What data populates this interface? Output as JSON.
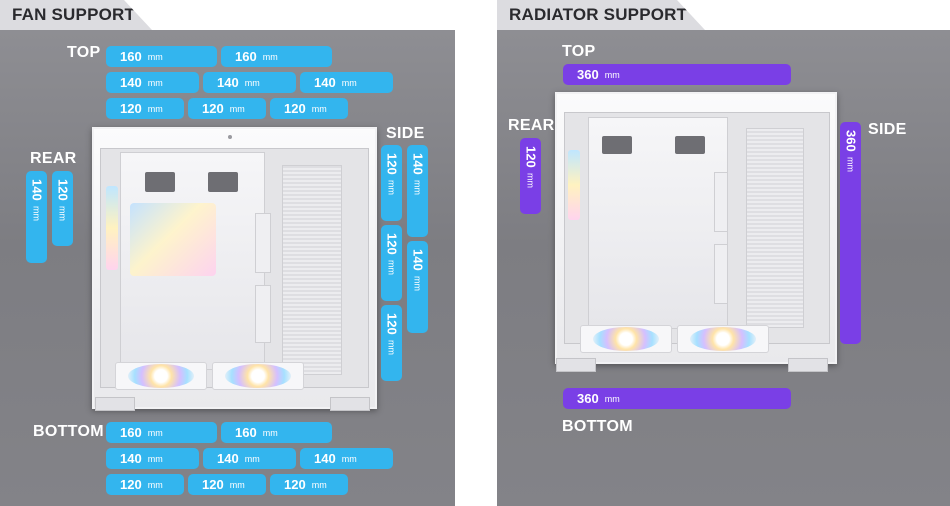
{
  "fan_support": {
    "title": "FAN SUPPORT",
    "top": {
      "label": "TOP",
      "row1": [
        {
          "size": "160",
          "unit": "mm"
        },
        {
          "size": "160",
          "unit": "mm"
        }
      ],
      "row2": [
        {
          "size": "140",
          "unit": "mm"
        },
        {
          "size": "140",
          "unit": "mm"
        },
        {
          "size": "140",
          "unit": "mm"
        }
      ],
      "row3": [
        {
          "size": "120",
          "unit": "mm"
        },
        {
          "size": "120",
          "unit": "mm"
        },
        {
          "size": "120",
          "unit": "mm"
        }
      ]
    },
    "rear": {
      "label": "REAR",
      "items": [
        {
          "size": "140",
          "unit": "mm"
        },
        {
          "size": "120",
          "unit": "mm"
        }
      ]
    },
    "side": {
      "label": "SIDE",
      "left_column": [
        {
          "size": "120",
          "unit": "mm"
        },
        {
          "size": "120",
          "unit": "mm"
        },
        {
          "size": "120",
          "unit": "mm"
        }
      ],
      "right_column": [
        {
          "size": "140",
          "unit": "mm"
        },
        {
          "size": "140",
          "unit": "mm"
        }
      ]
    },
    "bottom": {
      "label": "BOTTOM",
      "row1": [
        {
          "size": "160",
          "unit": "mm"
        },
        {
          "size": "160",
          "unit": "mm"
        }
      ],
      "row2": [
        {
          "size": "140",
          "unit": "mm"
        },
        {
          "size": "140",
          "unit": "mm"
        },
        {
          "size": "140",
          "unit": "mm"
        }
      ],
      "row3": [
        {
          "size": "120",
          "unit": "mm"
        },
        {
          "size": "120",
          "unit": "mm"
        },
        {
          "size": "120",
          "unit": "mm"
        }
      ]
    }
  },
  "radiator_support": {
    "title": "RADIATOR SUPPORT",
    "top": {
      "label": "TOP",
      "size": "360",
      "unit": "mm"
    },
    "rear": {
      "label": "REAR",
      "size": "120",
      "unit": "mm"
    },
    "side": {
      "label": "SIDE",
      "size": "360",
      "unit": "mm"
    },
    "bottom": {
      "label": "BOTTOM",
      "size": "360",
      "unit": "mm"
    }
  },
  "colors": {
    "fan_pill": "#33b5ee",
    "radiator_pill": "#7a3fe6",
    "panel_background": "#86868b",
    "tab_background": "#dcdce0"
  }
}
